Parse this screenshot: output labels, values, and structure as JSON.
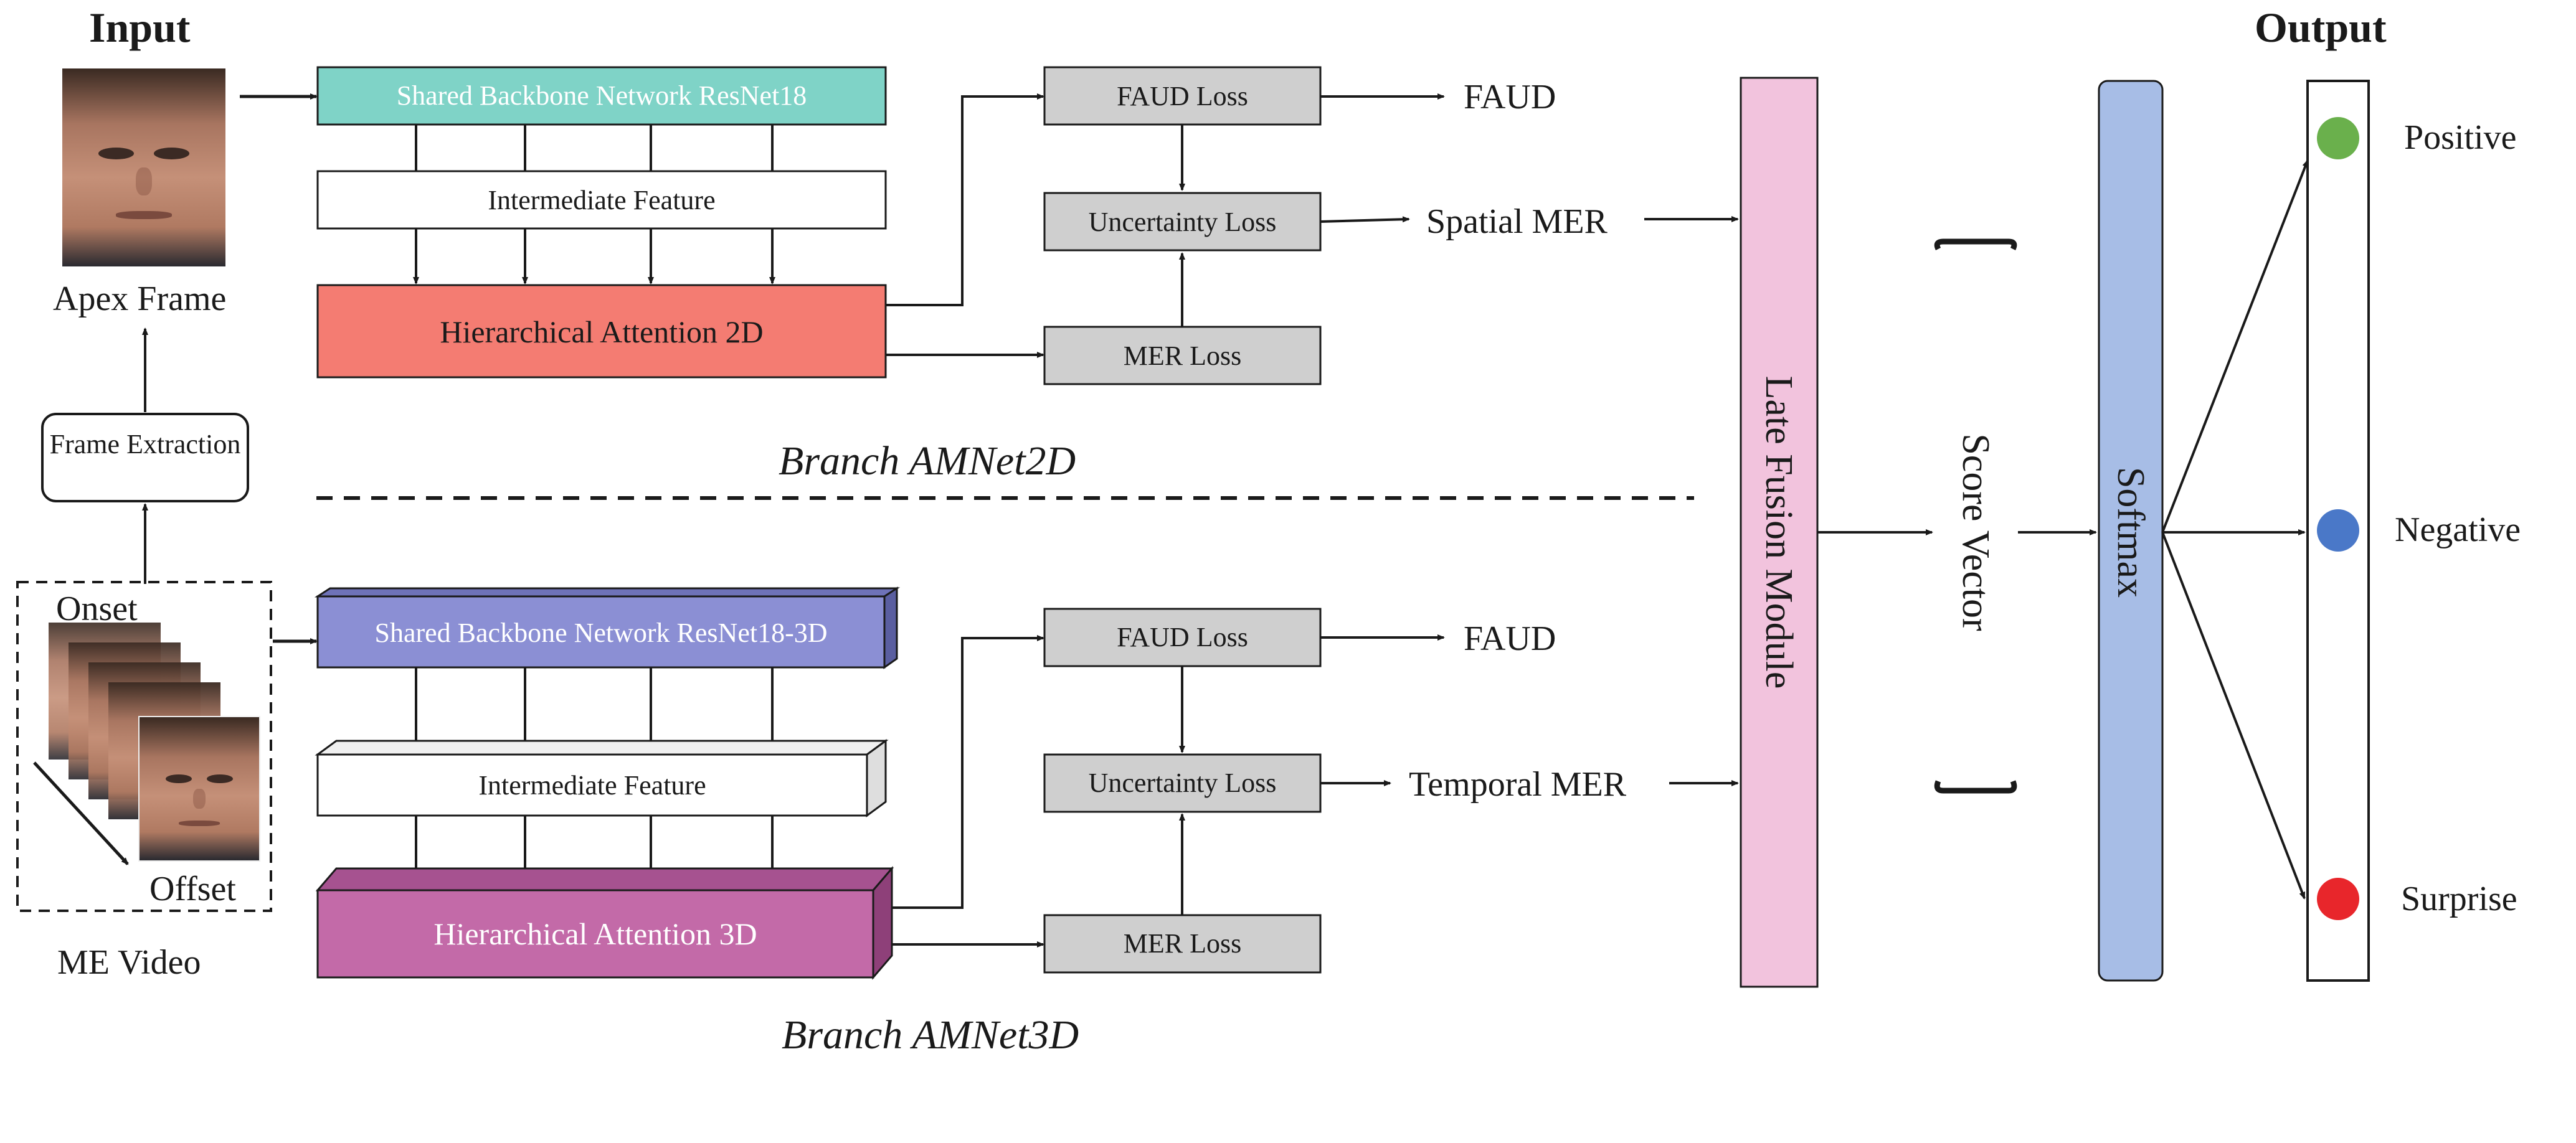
{
  "headers": {
    "input": "Input",
    "output": "Output"
  },
  "input": {
    "apex_frame": "Apex Frame",
    "frame_extraction": "Frame Extraction",
    "onset": "Onset",
    "offset": "Offset",
    "me_video": "ME Video"
  },
  "branch2d": {
    "backbone": "Shared Backbone Network ResNet18",
    "intermediate": "Intermediate Feature",
    "attention": "Hierarchical Attention 2D",
    "faud_loss": "FAUD Loss",
    "uncertainty_loss": "Uncertainty Loss",
    "mer_loss": "MER Loss",
    "faud_out": "FAUD",
    "mer_out": "Spatial MER",
    "caption": "Branch AMNet2D"
  },
  "branch3d": {
    "backbone": "Shared Backbone Network ResNet18-3D",
    "intermediate": "Intermediate Feature",
    "attention": "Hierarchical Attention 3D",
    "faud_loss": "FAUD Loss",
    "uncertainty_loss": "Uncertainty Loss",
    "mer_loss": "MER Loss",
    "faud_out": "FAUD",
    "mer_out": "Temporal MER",
    "caption": "Branch AMNet3D"
  },
  "fusion": {
    "late_fusion": "Late Fusion Module",
    "score_vector": "Score Vector",
    "softmax": "Softmax"
  },
  "outputs": [
    {
      "label": "Positive",
      "color": "#6ab04c"
    },
    {
      "label": "Negative",
      "color": "#4a78c8"
    },
    {
      "label": "Surprise",
      "color": "#e8262b"
    }
  ],
  "colors": {
    "backbone2d": "#7fd3c7",
    "backbone3d": "#8b8fd4",
    "attention2d": "#f47c72",
    "attention3d": "#c36aa8",
    "loss_box": "#cfcfcf",
    "late_fusion": "#f2c3dd",
    "softmax": "#a7bde6"
  }
}
